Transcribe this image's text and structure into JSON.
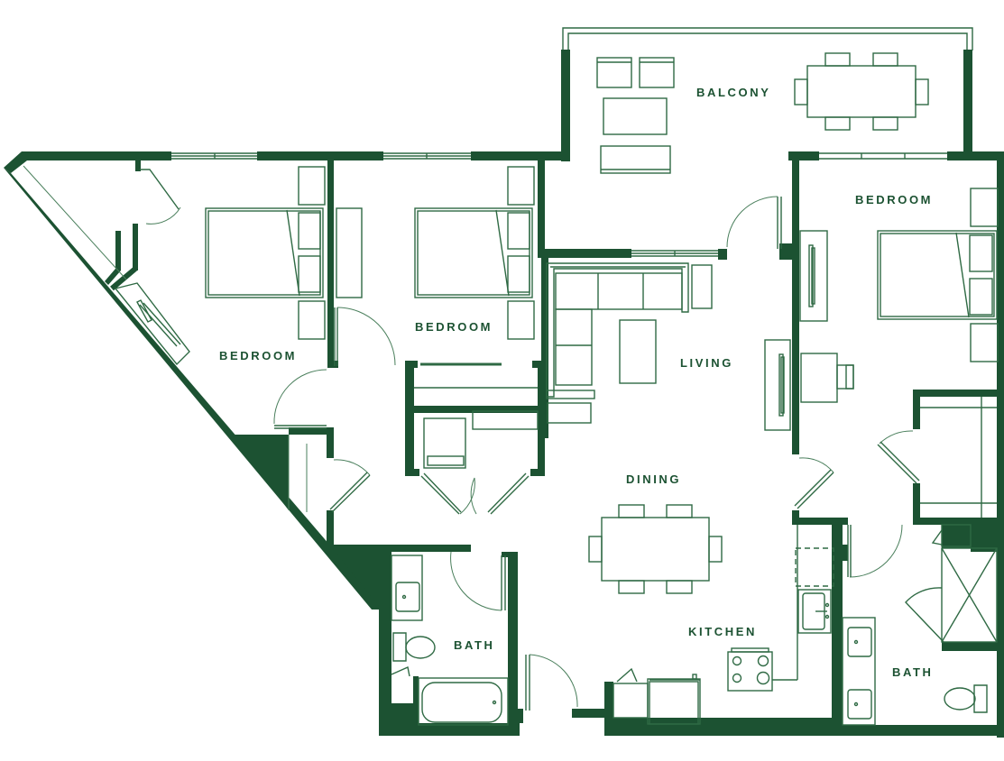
{
  "plan": {
    "accent_color": "#1c5232",
    "rooms": [
      {
        "id": "balcony",
        "label": "BALCONY"
      },
      {
        "id": "bedroom_1",
        "label": "BEDROOM"
      },
      {
        "id": "bedroom_2",
        "label": "BEDROOM"
      },
      {
        "id": "bedroom_3",
        "label": "BEDROOM"
      },
      {
        "id": "living",
        "label": "LIVING"
      },
      {
        "id": "dining",
        "label": "DINING"
      },
      {
        "id": "kitchen",
        "label": "KITCHEN"
      },
      {
        "id": "bath_1",
        "label": "BATH"
      },
      {
        "id": "bath_2",
        "label": "BATH"
      }
    ]
  }
}
